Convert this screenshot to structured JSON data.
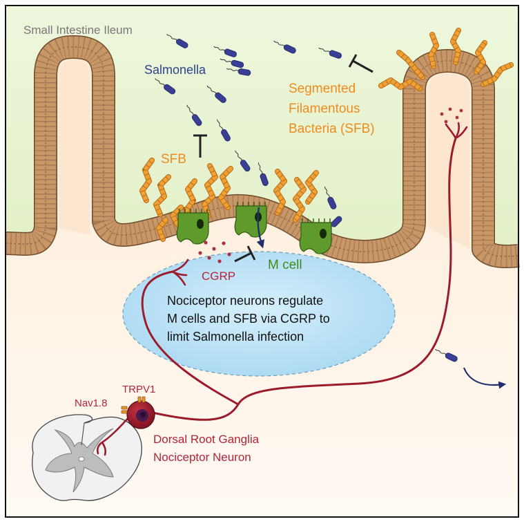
{
  "title": "Small Intestine Ileum",
  "labels": {
    "salmonella": "Salmonella",
    "sfb_long": [
      "Segmented",
      "Filamentous",
      "Bacteria (SFB)"
    ],
    "sfb_short": "SFB",
    "cgrp": "CGRP",
    "m_cell": "M cell",
    "trpv1": "TRPV1",
    "nav18": "Nav1.8",
    "drg": [
      "Dorsal Root Ganglia",
      "Nociceptor Neuron"
    ]
  },
  "summary": [
    "Nociceptor neurons regulate",
    "M cells and SFB via CGRP to",
    "limit Salmonella infection"
  ],
  "colors": {
    "lumen_top": "#e9f4d3",
    "tissue": "#fdf1e4",
    "epithelium": "#c89768",
    "epithelium_edge": "#6e4a2b",
    "sfb": "#f0a136",
    "salmonella": "#3a3f96",
    "m_cell": "#5e9a2c",
    "neuron": "#9b1b2c",
    "spinal_gray": "#bdbdbd",
    "ellipse": "#bfe3f6",
    "label_orange": "#ef8a1e",
    "label_blue": "#2e3f8f",
    "label_green": "#3f8a1e",
    "label_red": "#b3243a",
    "title_gray": "#777777"
  }
}
